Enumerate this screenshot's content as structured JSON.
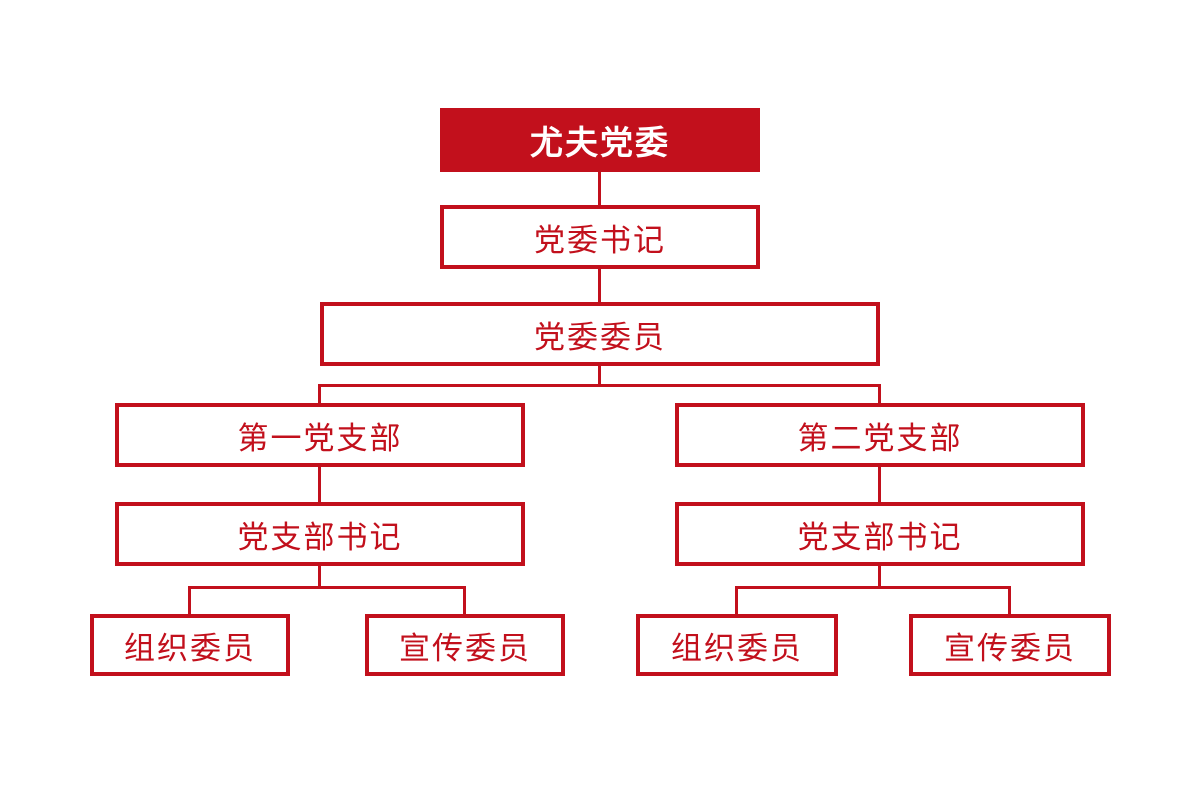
{
  "colors": {
    "primary": "#c2101c",
    "root_text": "#ffffff",
    "background": "#ffffff"
  },
  "org_chart": {
    "type": "org-tree",
    "root": {
      "label": "尤夫党委"
    },
    "secretary": {
      "label": "党委书记"
    },
    "committee": {
      "label": "党委委员"
    },
    "branches": [
      {
        "name": "第一党支部",
        "secretary": "党支部书记",
        "members": [
          {
            "label": "组织委员"
          },
          {
            "label": "宣传委员"
          }
        ]
      },
      {
        "name": "第二党支部",
        "secretary": "党支部书记",
        "members": [
          {
            "label": "组织委员"
          },
          {
            "label": "宣传委员"
          }
        ]
      }
    ]
  }
}
